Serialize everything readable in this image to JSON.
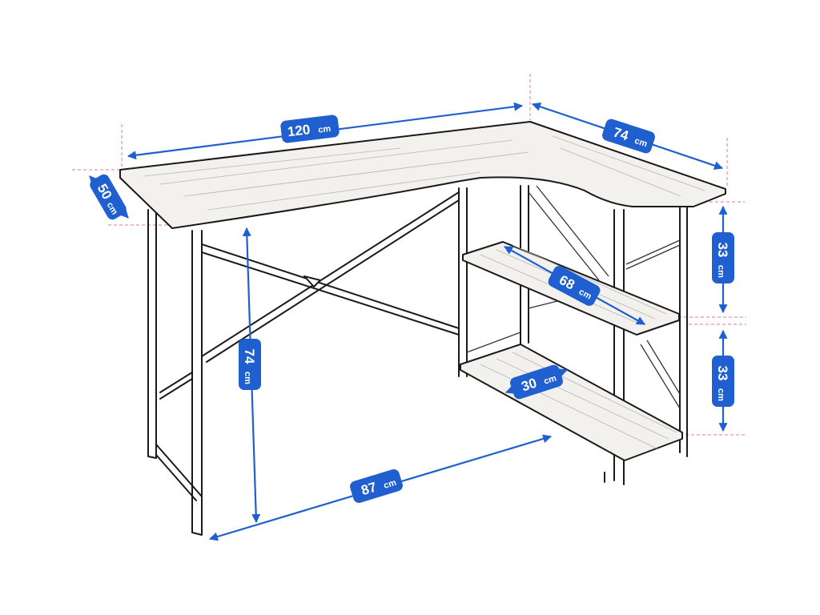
{
  "dimensions": [
    {
      "id": "top-width",
      "value": "120",
      "unit": "cm"
    },
    {
      "id": "return-length",
      "value": "74",
      "unit": "cm"
    },
    {
      "id": "desk-depth",
      "value": "50",
      "unit": "cm"
    },
    {
      "id": "desk-height",
      "value": "74",
      "unit": "cm"
    },
    {
      "id": "upper-shelf-gap",
      "value": "33",
      "unit": "cm"
    },
    {
      "id": "lower-shelf-gap",
      "value": "33",
      "unit": "cm"
    },
    {
      "id": "shelf-length",
      "value": "68",
      "unit": "cm"
    },
    {
      "id": "shelf-depth",
      "value": "30",
      "unit": "cm"
    },
    {
      "id": "footprint-width",
      "value": "87",
      "unit": "cm"
    }
  ],
  "colors": {
    "dimension_blue": "#1f5fcf",
    "guide_pink": "#e0779a",
    "frame": "#1a1a1a",
    "board": "#f3f1ee"
  }
}
